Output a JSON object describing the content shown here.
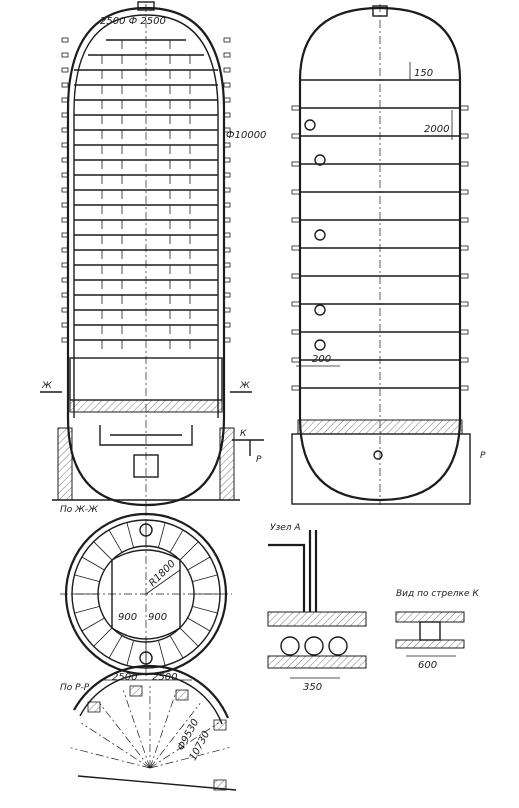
{
  "labels": {
    "left_top_dim": "2500 Ф 2500",
    "left_diameter": "Ф10000",
    "right_dim_top": "150",
    "right_dim_2000": "2000",
    "right_dim_200": "200",
    "section_mark_zh": "Ж",
    "section_mark_k": "К",
    "section_mark_r": "Р",
    "section_zh_title": "По Ж-Ж",
    "radius_label": "R1800",
    "dim_900_left": "900",
    "dim_900_right": "900",
    "dim_2500_left": "2500",
    "dim_2500_right": "2500",
    "section_rr_title": "По Р-Р",
    "diam_9530": "Ф9530",
    "diam_10730": "10730",
    "node_a_title": "Узел А",
    "dim_350": "350",
    "view_k_title": "Вид по стрелке К",
    "dim_600": "600"
  },
  "colors": {
    "ink": "#1c1c1c",
    "paper": "#ffffff"
  }
}
